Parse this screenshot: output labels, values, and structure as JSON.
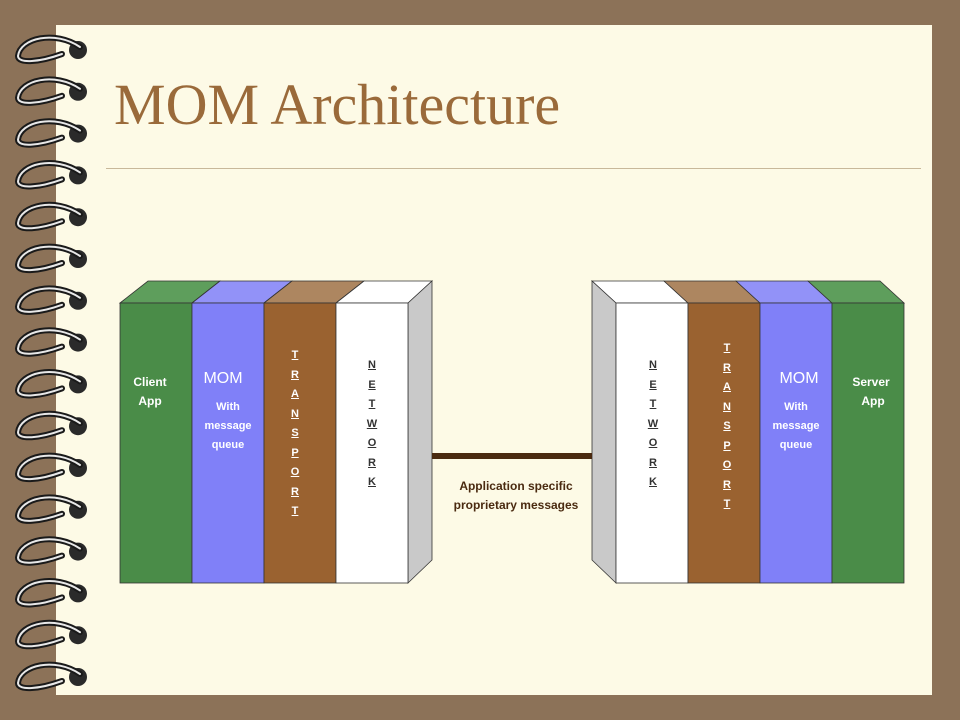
{
  "slide": {
    "title": "MOM Architecture"
  },
  "diagram": {
    "left_stack": {
      "app_label_line1": "Client",
      "app_label_line2": "App",
      "mom_title": "MOM",
      "mom_line1": "With",
      "mom_line2": "message",
      "mom_line3": "queue",
      "transport_letters": "T R A N S P O R T",
      "network_letters": "N E T W O R K"
    },
    "right_stack": {
      "app_label_line1": "Server",
      "app_label_line2": "App",
      "mom_title": "MOM",
      "mom_line1": "With",
      "mom_line2": "message",
      "mom_line3": "queue",
      "transport_letters": "T R A N S P O R T",
      "network_letters": "N E T W O R K"
    },
    "link_label_line1": "Application specific",
    "link_label_line2": "proprietary messages"
  },
  "colors": {
    "app_green": "#4a8c48",
    "app_green_top": "#5e9e5c",
    "mom_blue": "#8080f8",
    "mom_blue_top": "#9292f8",
    "transport_brown": "#9a6230",
    "transport_top": "#ad8660",
    "network_white": "#ffffff",
    "side_gray": "#c9c9c9",
    "link": "#4a2a10",
    "title": "#9a6a3a"
  }
}
